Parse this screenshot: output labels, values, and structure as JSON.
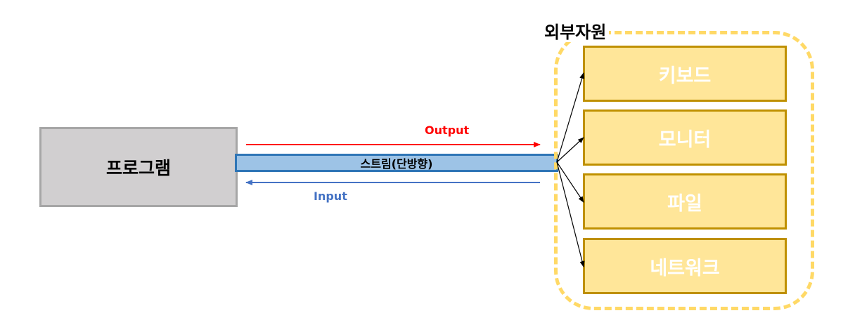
{
  "program": {
    "label": "프로그램"
  },
  "stream": {
    "label": "스트림(단방향)"
  },
  "output": {
    "label": "Output",
    "color": "#ff0000"
  },
  "input": {
    "label": "Input",
    "color": "#4472c4"
  },
  "resources": {
    "title": "외부자원",
    "items": [
      {
        "label": "키보드"
      },
      {
        "label": "모니터"
      },
      {
        "label": "파일"
      },
      {
        "label": "네트워크"
      }
    ]
  }
}
